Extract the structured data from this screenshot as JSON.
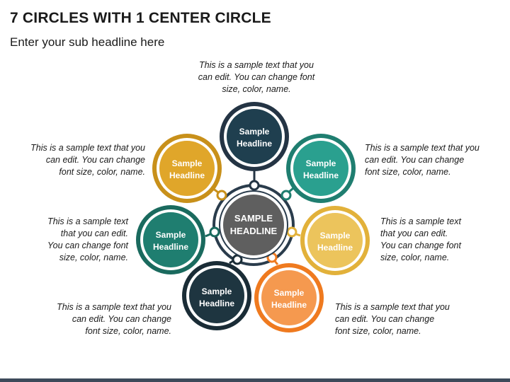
{
  "title": "7 CIRCLES WITH 1 CENTER CIRCLE",
  "subtitle": "Enter your sub headline here",
  "center": {
    "line1": "SAMPLE",
    "line2": "HEADLINE",
    "color": "#5f5f5f"
  },
  "ring_color": "#2a3c4c",
  "nodes": [
    {
      "line1": "Sample",
      "line2": "Headline",
      "color": "#1f3f4f",
      "dark": "#243444"
    },
    {
      "line1": "Sample",
      "line2": "Headline",
      "color": "#2aa08f",
      "dark": "#1f7e70"
    },
    {
      "line1": "Sample",
      "line2": "Headline",
      "color": "#ecc45c",
      "dark": "#e2b13a"
    },
    {
      "line1": "Sample",
      "line2": "Headline",
      "color": "#f5994f",
      "dark": "#ef7a1f"
    },
    {
      "line1": "Sample",
      "line2": "Headline",
      "color": "#1e3540",
      "dark": "#1a2c36"
    },
    {
      "line1": "Sample",
      "line2": "Headline",
      "color": "#1f7e70",
      "dark": "#1a6a5e"
    },
    {
      "line1": "Sample",
      "line2": "Headline",
      "color": "#e0a62a",
      "dark": "#c8901a"
    }
  ],
  "descriptions": {
    "top": [
      "This is a sample text that you",
      "can edit. You can change font",
      "size, color, name."
    ],
    "upper_right": [
      "This is a sample text that you",
      "can edit. You can change",
      "font size, color, name."
    ],
    "mid_right": [
      "This is a sample text",
      "that you can edit.",
      "You can change font",
      "size, color, name."
    ],
    "lower_right": [
      "This is a sample text that you",
      "can edit. You can change",
      "font size, color, name."
    ],
    "lower_left": [
      "This is a sample text that you",
      "can edit. You can change",
      "font size, color, name."
    ],
    "mid_left": [
      "This is a sample text",
      "that you can edit.",
      "You can change font",
      "size, color, name."
    ],
    "upper_left": [
      "This is a sample text that you",
      "can edit. You can change",
      "font size, color, name."
    ]
  }
}
